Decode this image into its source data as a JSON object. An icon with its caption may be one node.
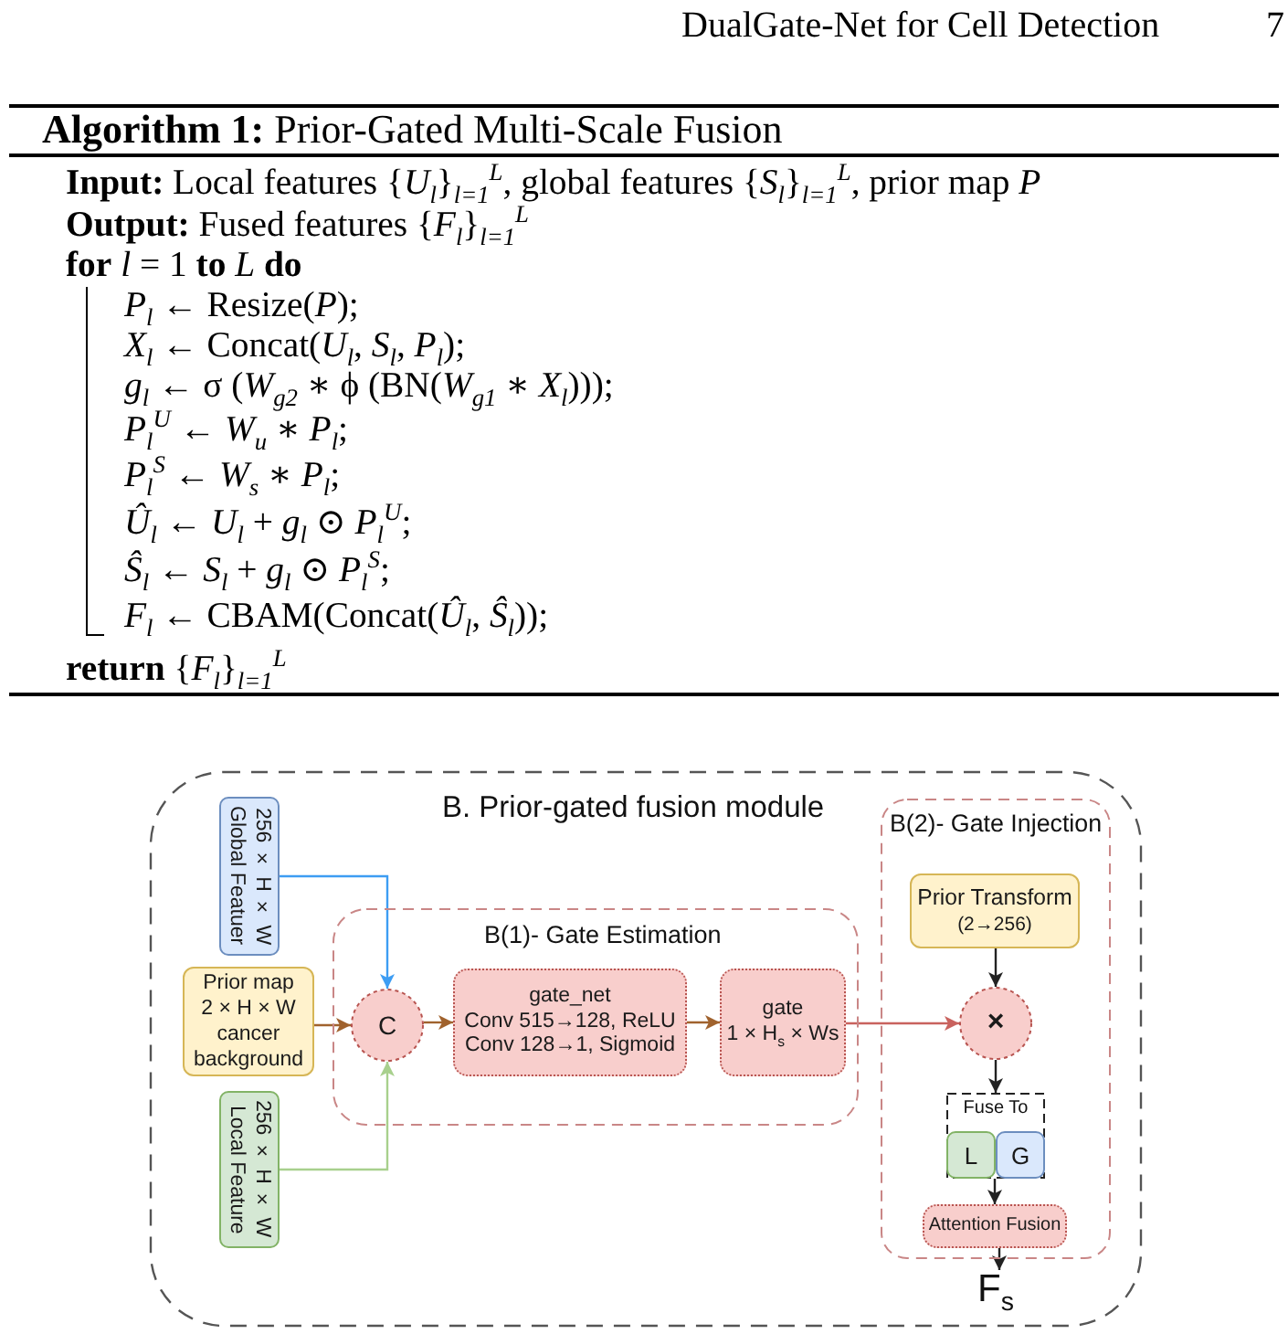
{
  "diagram": {
    "nodes": [
      {
        "text": [
          "B. Prior-gated fusion module"
        ]
      },
      {
        "text": [
          "256 × H × W",
          "Global Featuer"
        ],
        "in": 0
      },
      {
        "text": [
          "Prior map",
          "2 × H × W",
          "cancer background"
        ],
        "in": 0
      },
      {
        "text": [
          "256 × H × W",
          "Local Feature"
        ],
        "in": 0
      },
      {
        "text": [
          "B(1)- Gate Estimation"
        ],
        "in": 0
      },
      {
        "text": [
          "C"
        ],
        "in": 4
      },
      {
        "text": [
          "gate_net",
          "Conv 515→128, ReLU",
          "Conv 128→1, Sigmoid"
        ],
        "in": 4
      },
      {
        "text": [
          "gate",
          "1 × H$_{s}$ × Ws"
        ],
        "in": 4
      },
      {
        "text": [
          "B(2)- Gate Injection"
        ],
        "in": 0
      },
      {
        "text": [
          "Prior Transform",
          "(2→256)"
        ],
        "in": 8
      },
      {
        "text": [
          "×"
        ],
        "in": 8
      },
      {
        "text": [
          "Fuse To"
        ],
        "in": 8
      },
      {
        "text": [
          "L"
        ],
        "in": 11
      },
      {
        "text": [
          "G"
        ],
        "in": 11
      },
      {
        "text": [
          "Attention Fusion"
        ],
        "in": 8
      },
      {
        "text": [
          "F$_{s}$"
        ],
        "in": 0
      }
    ],
    "edges": [
      {
        "from": 1,
        "to": 5,
        "arrow": "to",
        "color": "#3d9df3"
      },
      {
        "from": 2,
        "to": 5,
        "arrow": "to",
        "color": "#a0622d"
      },
      {
        "from": 3,
        "to": 5,
        "arrow": "to",
        "color": "#a8d08d"
      },
      {
        "from": 5,
        "to": 6,
        "arrow": "to",
        "color": "#a0622d"
      },
      {
        "from": 6,
        "to": 7,
        "arrow": "to",
        "color": "#a0622d"
      },
      {
        "from": 7,
        "to": 10,
        "arrow": "to",
        "color": "#c9625e"
      },
      {
        "from": 9,
        "to": 10,
        "arrow": "to"
      },
      {
        "from": 10,
        "to": 11,
        "arrow": "to"
      },
      {
        "from": 11,
        "to": 14,
        "arrow": "to"
      },
      {
        "from": 14,
        "to": 15,
        "arrow": "to"
      }
    ],
    "labels": [
      "DualGate-Net for Cell Detection",
      "7",
      "**Algorithm 1:** Prior-Gated Multi-Scale Fusion",
      "**Input:** Local features {*U*$_{l}$}$_{l=1}$$^{L}$, global features {*S*$_{l}$}$_{l=1}$$^{L}$, prior map *P*",
      "**Output:** Fused features {*F*$_{l}$}$_{l=1}$$^{L}$",
      "**for** *l* = 1 **to** *L* **do**",
      "*P*$_{l}$ ← Resize(*P*);",
      "*X*$_{l}$ ← Concat(*U*$_{l}$, *S*$_{l}$, *P*$_{l}$);",
      "*g*$_{l}$ ← σ (*W*$_{g2}$ ∗ ϕ (BN(*W*$_{g1}$ ∗ *X*$_{l}$)));",
      "*P*$_{l}$$^{U}$ ← *W*$_{u}$ ∗ *P*$_{l}$;",
      "*P*$_{l}$$^{S}$ ← *W*$_{s}$ ∗ *P*$_{l}$;",
      "*Û*$_{l}$ ← *U*$_{l}$ + *g*$_{l}$ ⊙ *P*$_{l}$$^{U}$;",
      "*Ŝ*$_{l}$ ← *S*$_{l}$ + *g*$_{l}$ ⊙ *P*$_{l}$$^{S}$;",
      "*F*$_{l}$ ← CBAM(Concat(*Û*$_{l}$, *Ŝ*$_{l}$));",
      "**return** {*F*$_{l}$}$_{l=1}$$^{L}$"
    ]
  }
}
